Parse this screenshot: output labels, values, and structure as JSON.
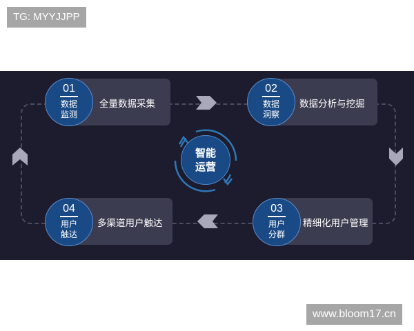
{
  "watermarks": {
    "top_left": "TG: MYYJJPP",
    "bottom_right": "www.bloom17.cn"
  },
  "diagram": {
    "title": "智能运营",
    "center": {
      "line1": "智能",
      "line2": "运营"
    },
    "steps": [
      {
        "num": "01",
        "line1": "数据",
        "line2": "监测",
        "desc": "全量数据采集"
      },
      {
        "num": "02",
        "line1": "数据",
        "line2": "洞察",
        "desc": "数据分析与挖掘"
      },
      {
        "num": "03",
        "line1": "用户",
        "line2": "分群",
        "desc": "精细化用户管理"
      },
      {
        "num": "04",
        "line1": "用户",
        "line2": "触达",
        "desc": "多渠道用户触达"
      }
    ],
    "flow": [
      "01 → 02",
      "02 → 03",
      "03 → 04",
      "04 → 01"
    ],
    "colors": {
      "background": "#1c1c2e",
      "card": "#3c3c50",
      "badge": "#1a4a85",
      "badge_border": "#5b8ccc",
      "arrow": "#a7a9bb",
      "ring": "#2f78b8"
    }
  }
}
